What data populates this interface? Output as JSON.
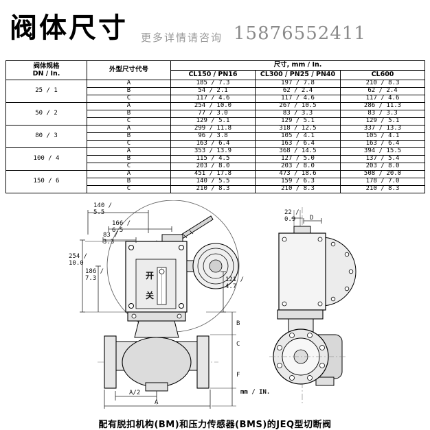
{
  "header": {
    "title": "阀体尺寸",
    "contact_text": "更多详情请咨询",
    "phone": "15876552411"
  },
  "table": {
    "header": {
      "spec": "阀体规格\nDN / In.",
      "code": "外型尺寸代号",
      "size_group": "尺寸, mm / In.",
      "class_cols": [
        "CL150 / PN16",
        "CL300 / PN25 / PN40",
        "CL600"
      ]
    },
    "rows": [
      {
        "dn": "25 / 1",
        "subrows": [
          {
            "code": "A",
            "values": [
              "185 / 7.3",
              "197 / 7.8",
              "210 / 8.3"
            ]
          },
          {
            "code": "B",
            "values": [
              "54 / 2.1",
              "62 / 2.4",
              "62 / 2.4"
            ]
          },
          {
            "code": "C",
            "values": [
              "117 / 4.6",
              "117 / 4.6",
              "117 / 4.6"
            ]
          }
        ]
      },
      {
        "dn": "50 / 2",
        "subrows": [
          {
            "code": "A",
            "values": [
              "254 / 10.0",
              "267 / 10.5",
              "286 / 11.3"
            ]
          },
          {
            "code": "B",
            "values": [
              "77 / 3.0",
              "83 / 3.3",
              "83 / 3.3"
            ]
          },
          {
            "code": "C",
            "values": [
              "129 / 5.1",
              "129 / 5.1",
              "129 / 5.1"
            ]
          }
        ]
      },
      {
        "dn": "80 / 3",
        "subrows": [
          {
            "code": "A",
            "values": [
              "299 / 11.8",
              "318 / 12.5",
              "337 / 13.3"
            ]
          },
          {
            "code": "B",
            "values": [
              "96 / 3.8",
              "105 / 4.1",
              "105 / 4.1"
            ]
          },
          {
            "code": "C",
            "values": [
              "163 / 6.4",
              "163 / 6.4",
              "163 / 6.4"
            ]
          }
        ]
      },
      {
        "dn": "100 / 4",
        "subrows": [
          {
            "code": "A",
            "values": [
              "353 / 13.9",
              "368 / 14.5",
              "394 / 15.5"
            ]
          },
          {
            "code": "B",
            "values": [
              "115 / 4.5",
              "127 / 5.0",
              "137 / 5.4"
            ]
          },
          {
            "code": "C",
            "values": [
              "203 / 8.0",
              "203 / 8.0",
              "203 / 8.0"
            ]
          }
        ]
      },
      {
        "dn": "150 / 6",
        "subrows": [
          {
            "code": "A",
            "values": [
              "451 / 17.8",
              "473 / 18.6",
              "508 / 20.0"
            ]
          },
          {
            "code": "B",
            "values": [
              "140 / 5.5",
              "159 / 6.3",
              "178 / 7.0"
            ]
          },
          {
            "code": "C",
            "values": [
              "210 / 8.3",
              "210 / 8.3",
              "210 / 8.3"
            ]
          }
        ]
      }
    ]
  },
  "drawing": {
    "unit_note": "mm / IN.",
    "labels": {
      "dim_140": "140 /\n5.5",
      "dim_166": "166 /\n6.5",
      "dim_83": "83 /\n3.3",
      "dim_254": "254 /\n10.0",
      "dim_186": "186 /\n7.3",
      "open_label": "开",
      "close_label": "关",
      "dim_121": "121 /\n4.7",
      "dim_22": "22 /\n0.9",
      "dim_d": "D",
      "dim_a2": "A/2",
      "dim_a": "A",
      "dim_b": "B",
      "dim_c": "C",
      "dim_f": "F"
    }
  },
  "caption": {
    "text": "配有脱扣机构(BM)和压力传感器(BMS)的JEQ型切断阀"
  }
}
